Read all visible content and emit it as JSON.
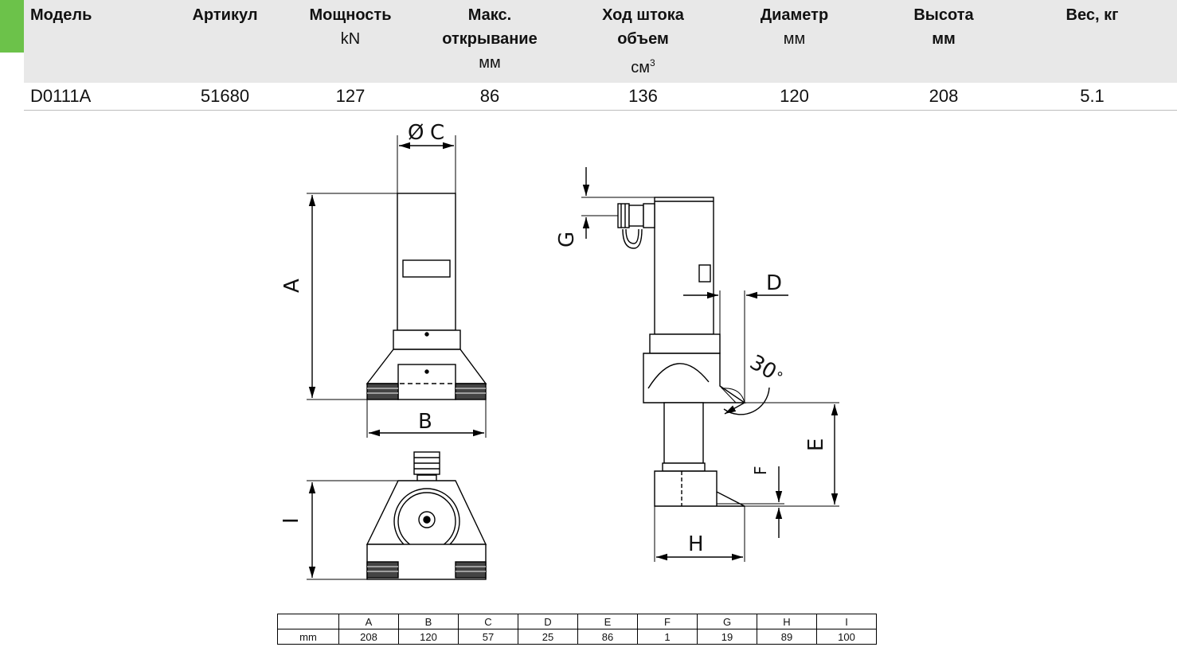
{
  "accent_color": "#6cc24a",
  "header": [
    {
      "title": "Модель",
      "sub": "",
      "sub2": ""
    },
    {
      "title": "Артикул",
      "sub": "",
      "sub2": ""
    },
    {
      "title": "Мощность",
      "sub": "kN",
      "sub2": ""
    },
    {
      "title": "Макс.",
      "sub": "открывание",
      "sub2": "мм"
    },
    {
      "title": "Ход штока",
      "sub": "объем",
      "sub2": "см"
    },
    {
      "title": "Диаметр",
      "sub": "мм",
      "sub2": ""
    },
    {
      "title": "Высота",
      "sub": "мм",
      "sub2": ""
    },
    {
      "title": "Вес, кг",
      "sub": "",
      "sub2": ""
    }
  ],
  "superscript": "3",
  "row": [
    "D0111A",
    "51680",
    "127",
    "86",
    "136",
    "120",
    "208",
    "5.1"
  ],
  "drawing_labels": {
    "a": "A",
    "b": "B",
    "c": "C",
    "diameter": "Ø",
    "d": "D",
    "e": "E",
    "f": "F",
    "g": "G",
    "h": "H",
    "i": "I",
    "angle": "30",
    "degree": "°"
  },
  "dimensions": {
    "unit": "mm",
    "headers": [
      "A",
      "B",
      "C",
      "D",
      "E",
      "F",
      "G",
      "H",
      "I"
    ],
    "values": [
      "208",
      "120",
      "57",
      "25",
      "86",
      "1",
      "19",
      "89",
      "100"
    ]
  }
}
